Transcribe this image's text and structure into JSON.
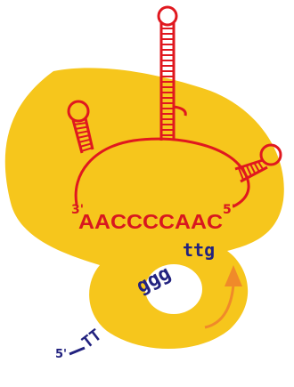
{
  "diagram": {
    "colors": {
      "protein_fill": "#F6C61C",
      "rna_stroke": "#E0181F",
      "template_text": "#D8171F",
      "dna_text": "#22227F",
      "arrow": "#F08A2A",
      "background": "#FFFFFF"
    },
    "template": {
      "three_prime": "3'",
      "sequence": "AACCCCAAC",
      "five_prime": "5'"
    },
    "dna": {
      "five_prime": "5'",
      "upstream": "TT",
      "new_bases": "ggg",
      "end_bases": "ttg"
    }
  }
}
